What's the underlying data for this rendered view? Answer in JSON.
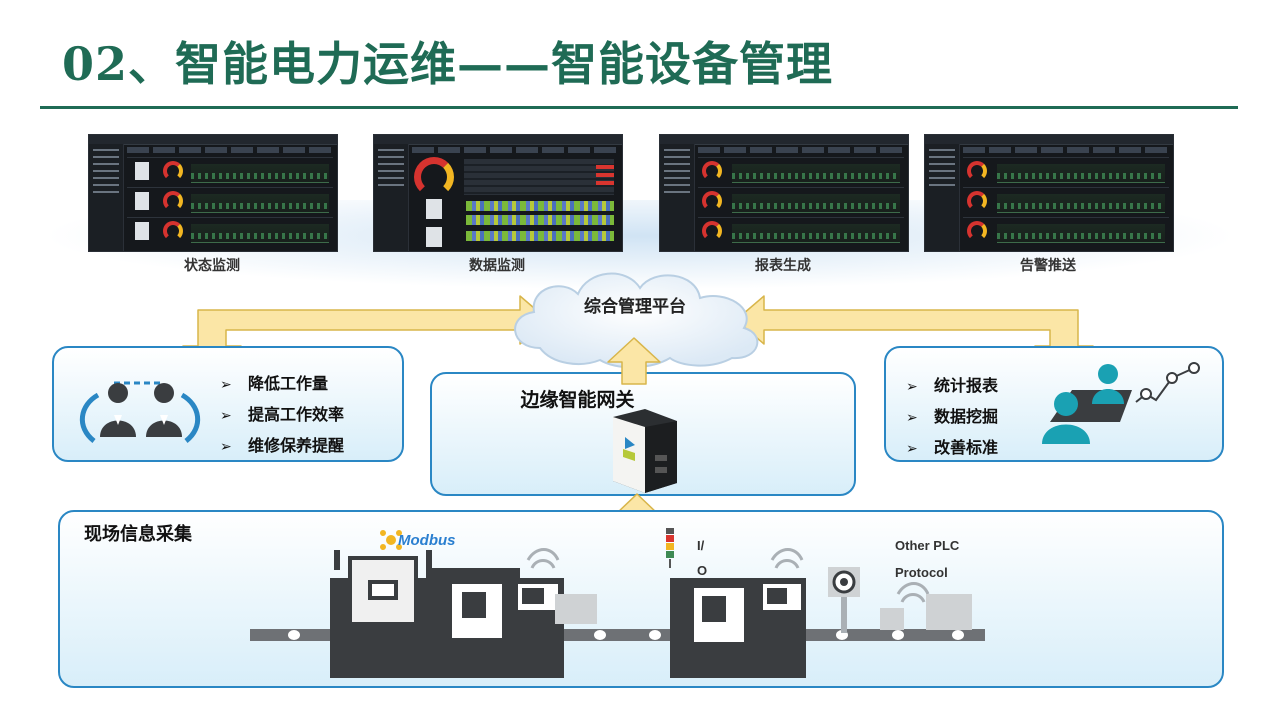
{
  "title": "02、智能电力运维——智能设备管理",
  "screens": [
    {
      "label": "状态监测"
    },
    {
      "label": "数据监测"
    },
    {
      "label": "报表生成"
    },
    {
      "label": "告警推送"
    }
  ],
  "platform": {
    "label": "综合管理平台"
  },
  "left_panel": {
    "items": [
      "降低工作量",
      "提高工作效率",
      "维修保养提醒"
    ]
  },
  "gateway": {
    "label": "边缘智能网关"
  },
  "right_panel": {
    "items": [
      "统计报表",
      "数据挖掘",
      "改善标准"
    ]
  },
  "field": {
    "label": "现场信息采集",
    "modbus": "Modbus",
    "io_line1": "I/",
    "io_line2": "O",
    "plc_line1": "Other PLC",
    "plc_line2": "Protocol"
  },
  "gauge_values": {
    "state": [
      "58",
      "57",
      "56"
    ],
    "data": [
      "58"
    ],
    "report": [
      "64",
      "63",
      "63"
    ],
    "alarm": [
      "55",
      "57",
      "56"
    ]
  },
  "colors": {
    "title": "#1f6b55",
    "panel_border": "#2a87c4",
    "arrow_fill": "#fbe6a6",
    "arrow_stroke": "#d8b54a",
    "machine": "#3a3d40",
    "conveyor": "#6e7175"
  },
  "icons": [
    "arrow-up-icon",
    "arrow-double-icon",
    "people-exchange-icon",
    "meeting-icon",
    "trend-icon",
    "gateway-device-icon",
    "wifi-icon",
    "signal-tower-icon",
    "cnc-machine-icon"
  ]
}
